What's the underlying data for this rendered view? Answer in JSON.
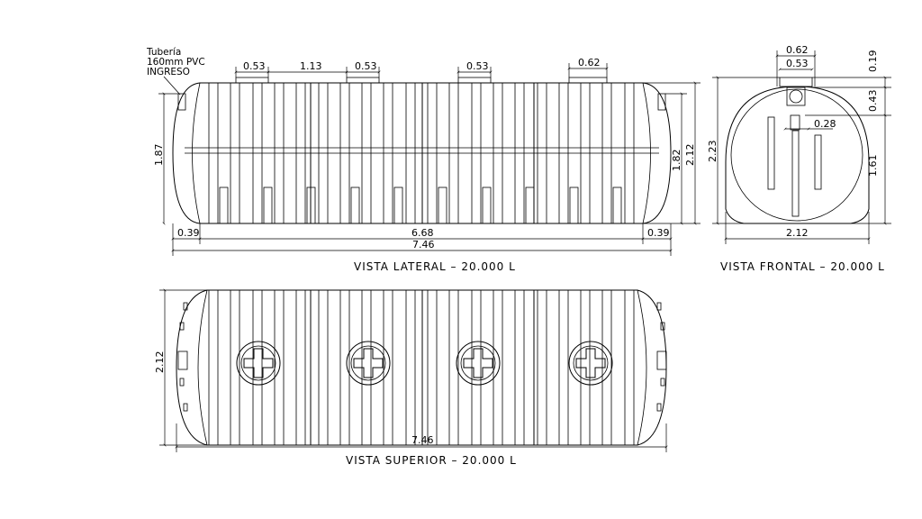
{
  "note": {
    "line1": "Tubería",
    "line2": "160mm PVC",
    "line3": "INGRESO"
  },
  "side_view": {
    "title": "VISTA LATERAL – 20.000 L",
    "dims": {
      "d053a": "0.53",
      "d113": "1.13",
      "d053b": "0.53",
      "d053c": "0.53",
      "d062": "0.62",
      "d187": "1.87",
      "d182": "1.82",
      "d212": "2.12",
      "d039l": "0.39",
      "d668": "6.68",
      "d039r": "0.39",
      "d746": "7.46"
    }
  },
  "front_view": {
    "title": "VISTA FRONTAL – 20.000 L",
    "dims": {
      "d062": "0.62",
      "d053": "0.53",
      "d019": "0.19",
      "d043": "0.43",
      "d028": "0.28",
      "d223": "2.23",
      "d161": "1.61",
      "d212": "2.12"
    }
  },
  "top_view": {
    "title": "VISTA SUPERIOR – 20.000 L",
    "dims": {
      "d212": "2.12",
      "d746": "7.46"
    }
  }
}
